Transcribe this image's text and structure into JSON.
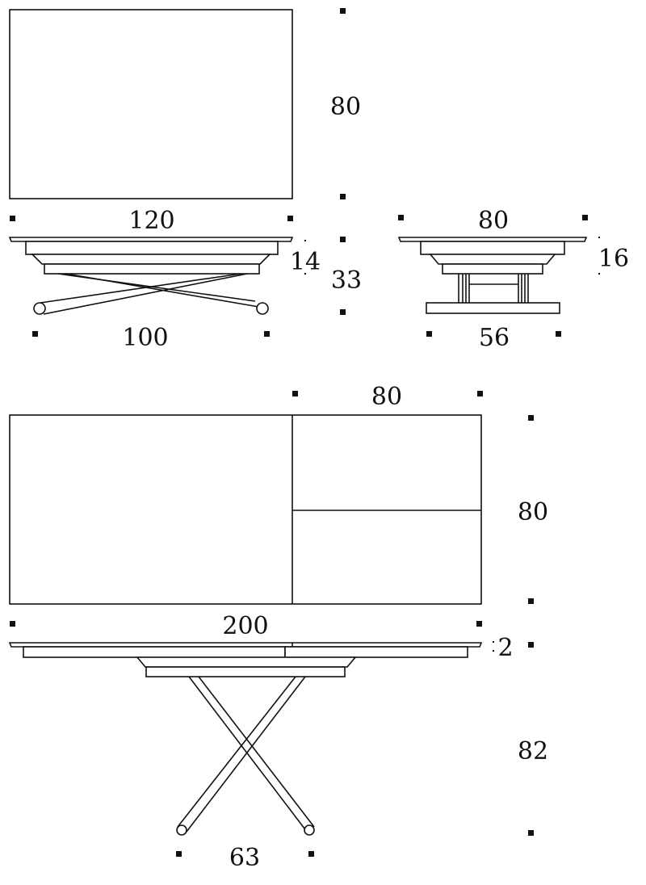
{
  "colors": {
    "line": "#111111",
    "background": "#ffffff"
  },
  "compact": {
    "top_view": {
      "depth_label": "80"
    },
    "front_view": {
      "width_label": "120",
      "base_label": "100",
      "top_thickness_label": "14",
      "height_label": "33"
    },
    "side_view": {
      "width_label": "80",
      "base_label": "56",
      "top_thickness_label": "16"
    }
  },
  "extended": {
    "top_view": {
      "extension_label": "80",
      "depth_label": "80"
    },
    "front_view": {
      "width_label": "200",
      "top_thickness_label": "2",
      "height_label": "82",
      "base_label": "63"
    }
  }
}
